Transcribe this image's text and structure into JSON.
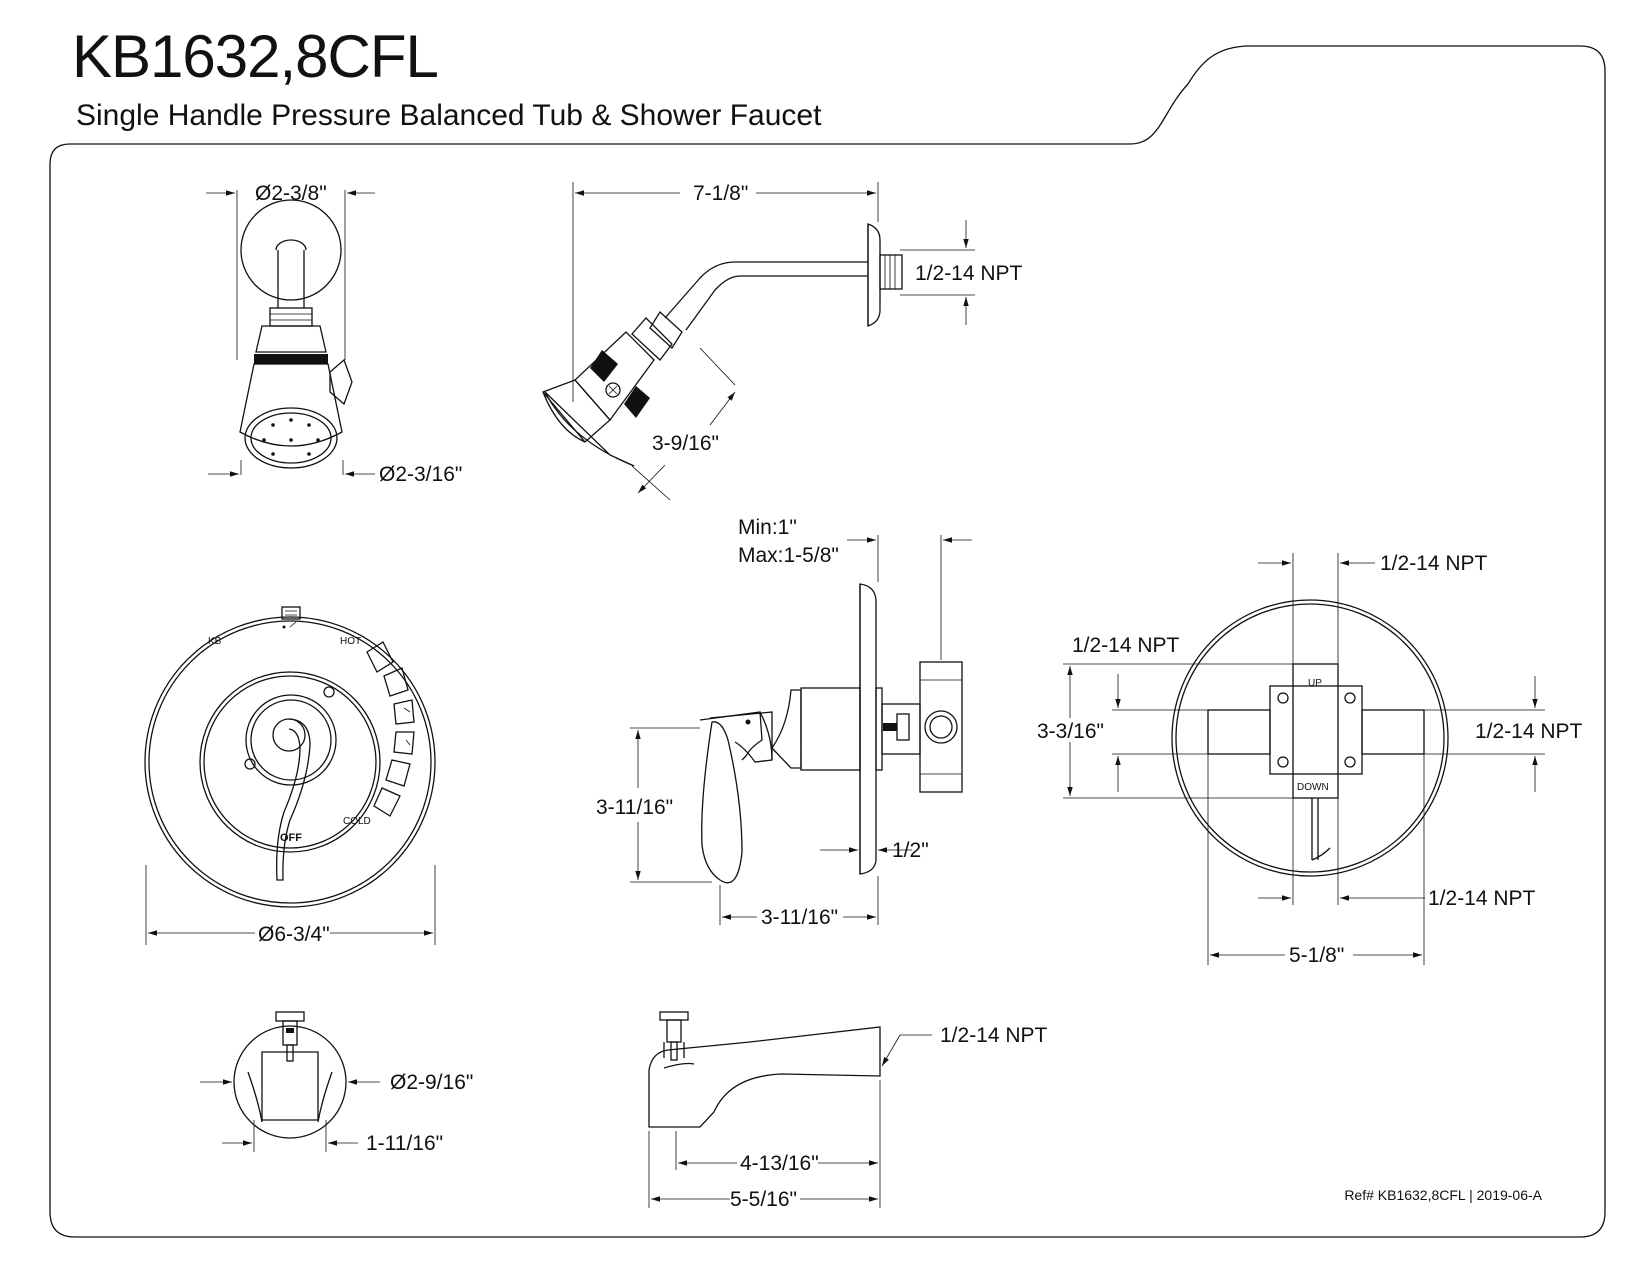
{
  "header": {
    "model": "KB1632,8CFL",
    "subtitle": "Single Handle Pressure Balanced Tub & Shower Faucet"
  },
  "footer": {
    "ref": "Ref# KB1632,8CFL | 2019-06-A"
  },
  "dimensions": {
    "showerhead_front_top": "Ø2-3/8\"",
    "showerhead_front_bottom": "Ø2-3/16\"",
    "shower_arm_length": "7-1/8\"",
    "shower_arm_thread": "1/2-14 NPT",
    "showerhead_depth": "3-9/16\"",
    "wall_thickness": "Min:1\"\nMax:1-5/8\"",
    "handle_height": "3-11/16\"",
    "handle_projection": "3-11/16\"",
    "plate_offset": "1/2\"",
    "trim_diameter": "Ø6-3/4\"",
    "valve_top_port": "1/2-14 NPT",
    "valve_left_port": "1/2-14 NPT",
    "valve_right_port": "1/2-14 NPT",
    "valve_bottom_port": "1/2-14 NPT",
    "valve_height": "3-3/16\"",
    "valve_width": "5-1/8\"",
    "spout_diameter": "Ø2-9/16\"",
    "spout_front_width": "1-11/16\"",
    "spout_thread": "1/2-14 NPT",
    "spout_reach": "4-13/16\"",
    "spout_length": "5-5/16\""
  },
  "valve_labels": {
    "up": "UP",
    "down": "DOWN"
  },
  "trim_labels": {
    "brand": "KB",
    "hot": "HOT",
    "cold": "COLD",
    "off": "OFF"
  }
}
